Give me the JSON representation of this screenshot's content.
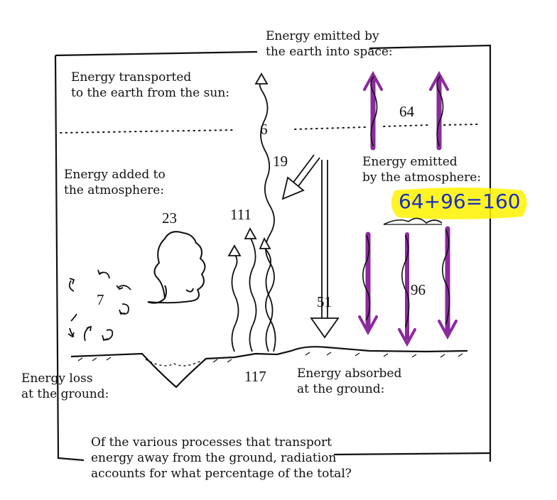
{
  "labels": {
    "space_emission": [
      "Energy emitted by",
      "the earth into space:"
    ],
    "sun_transport": [
      "Energy transported",
      "to the earth from the sun:"
    ],
    "atmosphere_added": [
      "Energy added to",
      "the atmosphere:"
    ],
    "atmosphere_emitted": [
      "Energy emitted",
      "by the atmosphere:"
    ],
    "ground_loss": [
      "Energy loss",
      "at the ground:"
    ],
    "ground_absorbed": [
      "Energy absorbed",
      "at the ground:"
    ],
    "question": [
      "Of the various processes that transport",
      "energy away from the ground, radiation",
      "accounts for what percentage of the total?"
    ]
  },
  "values": {
    "space_ir": "64",
    "ir_window": "6",
    "reflected_solar": "19",
    "atm_absorbed_ir": "111",
    "latent_heat": "23",
    "conduction": "7",
    "solar_absorbed": "51",
    "atm_back_ir": "96",
    "ground_ir": "117"
  },
  "annotation": {
    "sum": "64+96=160"
  },
  "colors": {
    "ink": "#111111",
    "purple_arrow": "#8b2a9e",
    "handwriting": "#1a2fbf",
    "highlighter": "#fff200"
  }
}
